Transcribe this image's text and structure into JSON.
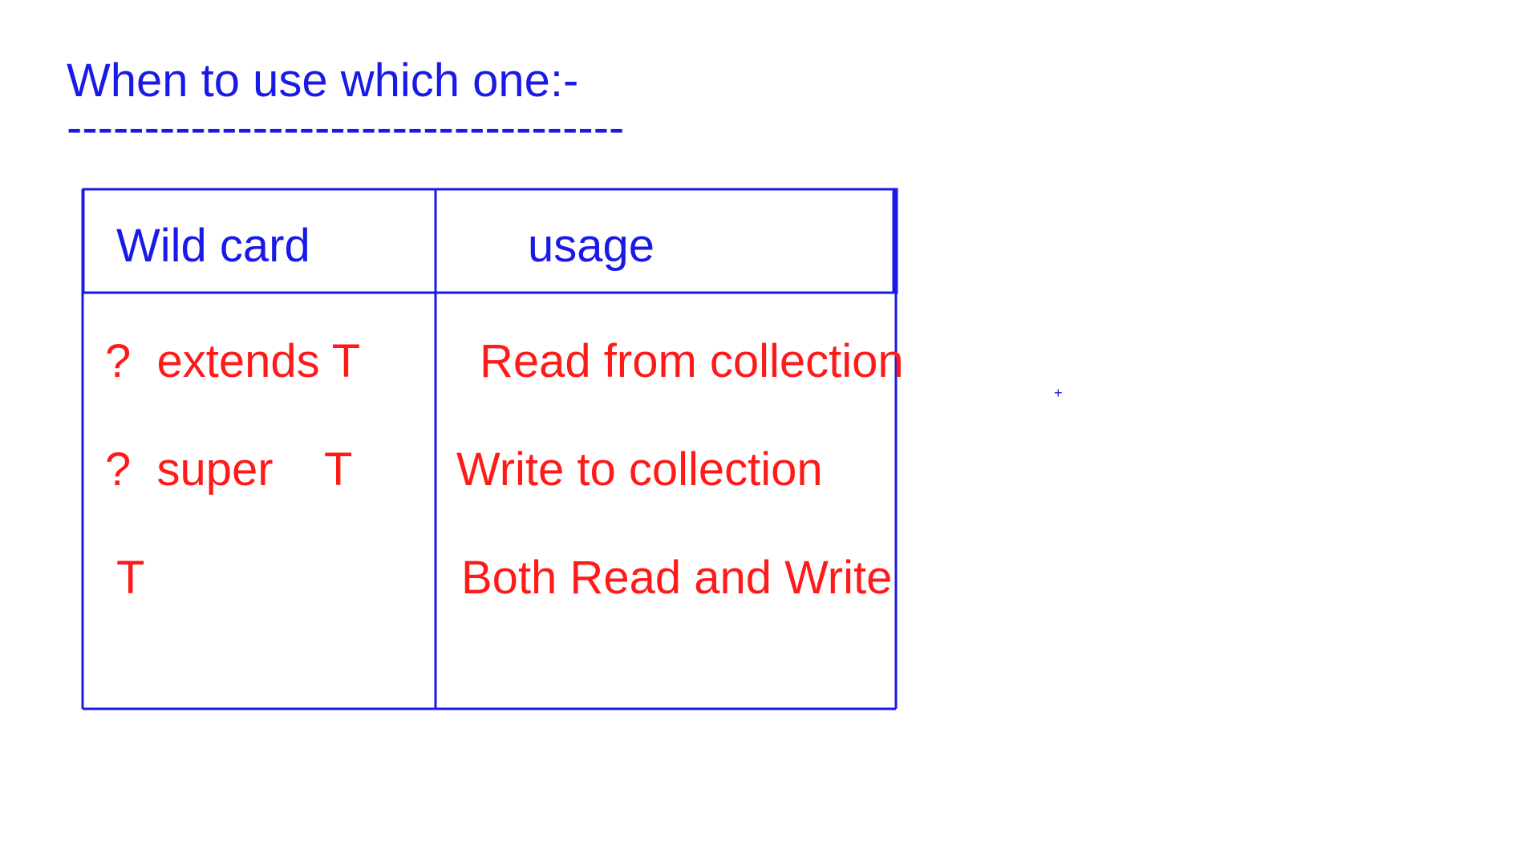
{
  "title": "When to use which one:-",
  "title_rule": "------------------------------------",
  "colors": {
    "ink_blue": "#1a1ae6",
    "ink_red": "#ff1a1a",
    "background": "#ffffff"
  },
  "table": {
    "headers": [
      "Wild card",
      "usage"
    ],
    "rows": [
      {
        "wildcard": "?  extends T",
        "usage": "Read from collection"
      },
      {
        "wildcard": "?  super    T",
        "usage": "Write to collection"
      },
      {
        "wildcard": "T",
        "usage": "Both Read and Write"
      }
    ]
  },
  "cursor_glyph": "+"
}
